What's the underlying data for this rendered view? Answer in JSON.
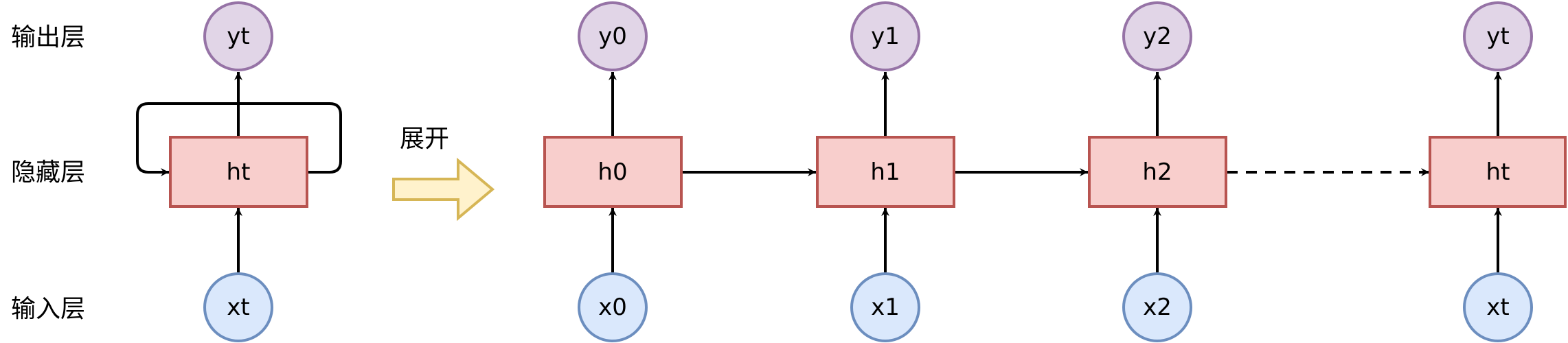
{
  "layers": {
    "output": "输出层",
    "hidden": "隐藏层",
    "input": "输入层"
  },
  "unfold_label": "展开",
  "folded": {
    "output": "yt",
    "hidden": "ht",
    "input": "xt"
  },
  "steps": [
    {
      "output": "y0",
      "hidden": "h0",
      "input": "x0"
    },
    {
      "output": "y1",
      "hidden": "h1",
      "input": "x1"
    },
    {
      "output": "y2",
      "hidden": "h2",
      "input": "x2"
    },
    {
      "output": "yt",
      "hidden": "ht",
      "input": "xt"
    }
  ],
  "colors": {
    "output_fill": "#e1d5e7",
    "output_stroke": "#9673a6",
    "hidden_fill": "#f8cecc",
    "hidden_stroke": "#b85450",
    "input_fill": "#dae8fc",
    "input_stroke": "#6c8ebf",
    "arrow_fill": "#fff2cc",
    "arrow_stroke": "#d6b656",
    "edge": "#000000"
  }
}
